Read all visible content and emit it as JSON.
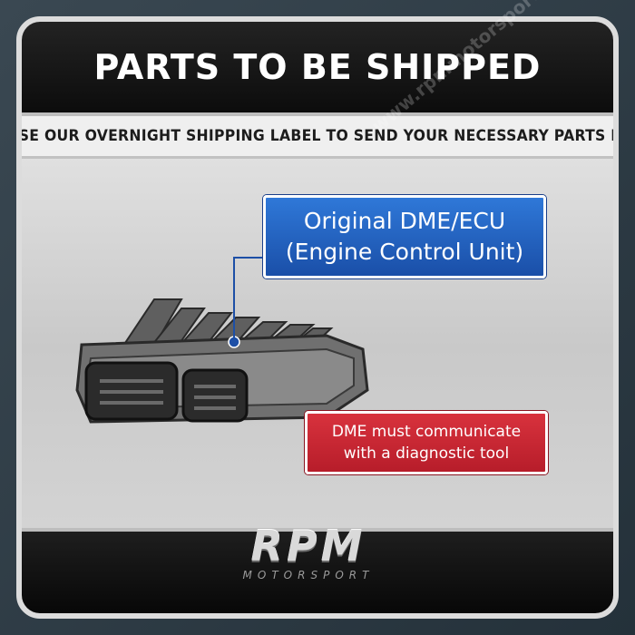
{
  "header": {
    "title": "PARTS TO BE SHIPPED"
  },
  "subheader": {
    "text": "USE OUR OVERNIGHT SHIPPING LABEL TO SEND YOUR NECESSARY PARTS IN"
  },
  "callout_part": {
    "line1": "Original DME/ECU",
    "line2": "(Engine Control Unit)"
  },
  "callout_note": {
    "line1": "DME must communicate",
    "line2": "with a diagnostic tool"
  },
  "logo": {
    "main": "RPM",
    "sub": "MOTORSPORT"
  },
  "watermark": {
    "text": "www.rpmmotorsport.net"
  },
  "colors": {
    "blue_callout": "#2469c8",
    "red_callout": "#c82633",
    "header_bg": "#111111"
  },
  "icons": {
    "ecu": "engine-control-unit-illustration"
  }
}
